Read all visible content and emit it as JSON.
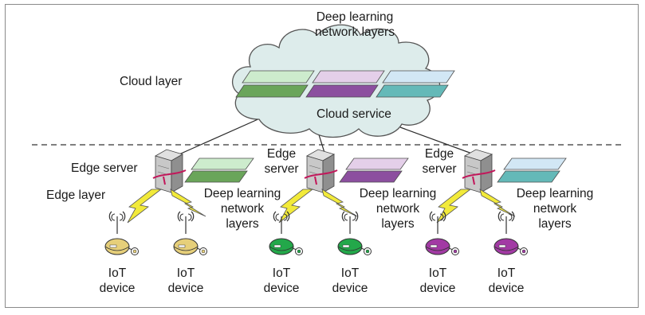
{
  "diagram": {
    "cloud": {
      "layer_label": "Cloud layer",
      "title_line1": "Deep learning",
      "title_line2": "network layers",
      "service_label": "Cloud service"
    },
    "edge": {
      "layer_label": "Edge layer",
      "nodes": [
        {
          "server_line1": "Edge server",
          "server_line2": "",
          "dl_line1": "Deep learning",
          "dl_line2": "network",
          "dl_line3": "layers",
          "color": "#8fd19a"
        },
        {
          "server_line1": "Edge",
          "server_line2": "server",
          "dl_line1": "Deep learning",
          "dl_line2": "network",
          "dl_line3": "layers",
          "color": "#b98fd6"
        },
        {
          "server_line1": "Edge",
          "server_line2": "server",
          "dl_line1": "Deep learning",
          "dl_line2": "network",
          "dl_line3": "layers",
          "color": "#8fc7e8"
        }
      ]
    },
    "iot_devices": [
      {
        "line1": "IoT",
        "line2": "device",
        "color": "#e6cf7a"
      },
      {
        "line1": "IoT",
        "line2": "device",
        "color": "#e6cf7a"
      },
      {
        "line1": "IoT",
        "line2": "device",
        "color": "#23a84a"
      },
      {
        "line1": "IoT",
        "line2": "device",
        "color": "#23a84a"
      },
      {
        "line1": "IoT",
        "line2": "device",
        "color": "#a23aa4"
      },
      {
        "line1": "IoT",
        "line2": "device",
        "color": "#a23aa4"
      }
    ],
    "colors": {
      "cloud_fill": "#ddeceb",
      "cloud_stroke": "#555555",
      "layer_green_top": "#cdeccd",
      "layer_green_bottom": "#6aa55a",
      "layer_purple_top": "#e4cfe9",
      "layer_purple_bottom": "#8c4f9f",
      "layer_blue_top": "#d2e7f5",
      "layer_blue_bottom": "#64b9b8",
      "lightning": "#f2ea3a"
    }
  }
}
